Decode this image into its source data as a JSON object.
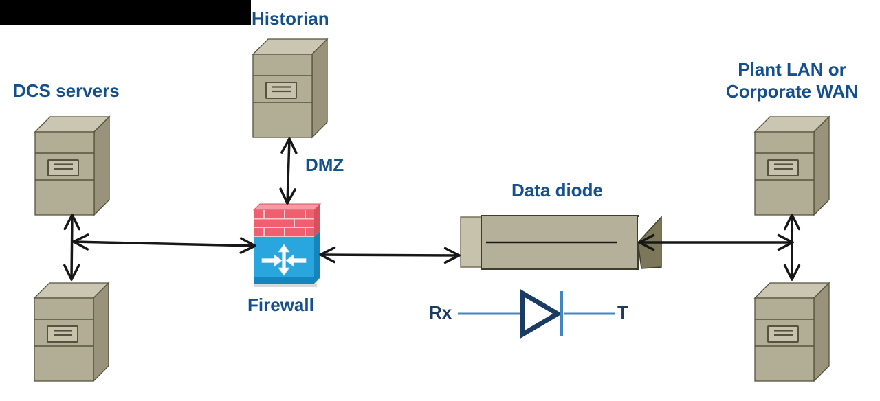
{
  "labels": {
    "historian": "Historian",
    "dcs_servers": "DCS servers",
    "plant_lan_line1": "Plant LAN or",
    "plant_lan_line2": "Corporate WAN",
    "dmz": "DMZ",
    "firewall": "Firewall",
    "data_diode": "Data diode",
    "diode_rx": "Rx",
    "diode_tx": "T"
  },
  "colors": {
    "background": "#ffffff",
    "redaction_black": "#000000",
    "label_blue": "#14508e",
    "diode_text_navy": "#1b3c62",
    "diode_line_blue": "#4585bd",
    "arrow_black": "#171717",
    "firewall_red": "#ef5f6f",
    "firewall_red_light": "#f59ba6",
    "firewall_red_dark": "#d84f60",
    "firewall_mortar": "#f6c9cf",
    "firewall_blue": "#2aa6df",
    "firewall_blue_dark": "#1586bd",
    "server_front": "#b2ae95",
    "server_top": "#cac6b1",
    "server_side": "#98937a",
    "server_outline": "#55523f",
    "diode_body": "#b4b09a",
    "diode_cap": "#c6c2ac",
    "diode_fold": "#7b7758",
    "diode_outline": "#3f3d2e"
  },
  "icons": {
    "servers": [
      "server-icon-historian",
      "server-icon-dcs-1",
      "server-icon-dcs-2",
      "server-icon-lan-1",
      "server-icon-lan-2"
    ],
    "firewall": "firewall-icon",
    "data_diode": "data-diode-icon",
    "diode_symbol": "diode-symbol-icon",
    "arrows": [
      "arrow-historian-firewall",
      "arrow-dcs-junction-firewall",
      "arrow-dcs-servers-vertical",
      "arrow-firewall-data-diode",
      "arrow-data-diode-lan-junction",
      "arrow-lan-servers-vertical"
    ]
  }
}
